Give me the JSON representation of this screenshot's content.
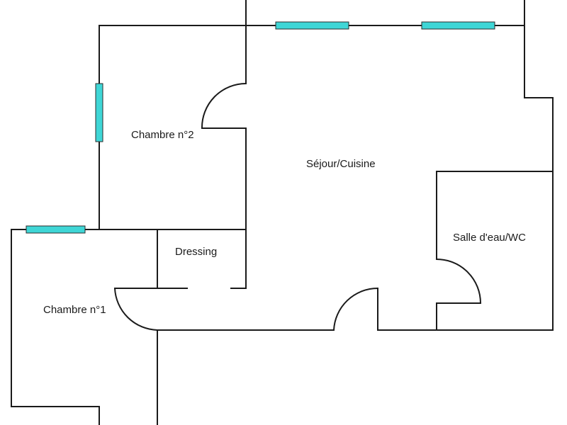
{
  "floor_plan": {
    "rooms": {
      "bedroom_2": "Chambre n°2",
      "living_kitchen": "Séjour/Cuisine",
      "bathroom_wc": "Salle d'eau/WC",
      "dressing": "Dressing",
      "bedroom_1": "Chambre n°1"
    },
    "colors": {
      "wall": "#1a1a1a",
      "window": "#3fd6d6",
      "background": "#ffffff"
    }
  }
}
